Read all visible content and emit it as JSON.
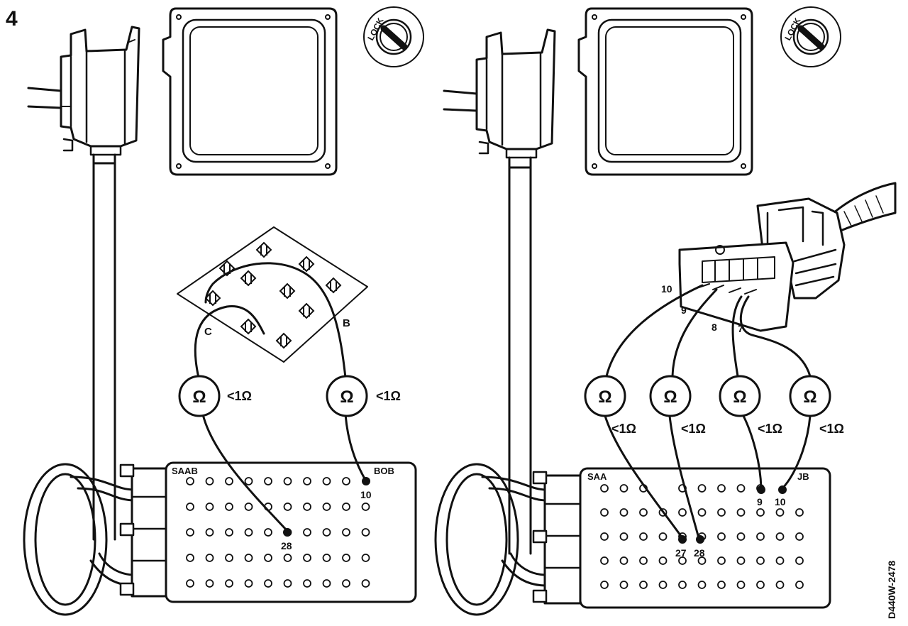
{
  "figure": {
    "step_number": "4",
    "reference_code": "D440W-2478",
    "lock_label": "LOCK",
    "ohm_symbol": "Ω",
    "resistance_label": "<1Ω"
  },
  "left_panel": {
    "box_brand": "SAAB",
    "box_label": "BOB",
    "relay_terminals": [
      "C",
      "B"
    ],
    "pins": [
      "28",
      "10"
    ],
    "meters": [
      {
        "symbol": "Ω",
        "reading": "<1Ω"
      },
      {
        "symbol": "Ω",
        "reading": "<1Ω"
      }
    ]
  },
  "right_panel": {
    "box_brand": "SAA",
    "box_label": "JB",
    "connector_pins": [
      "10",
      "9",
      "8",
      "7"
    ],
    "pins": [
      "27",
      "28",
      "9",
      "10"
    ],
    "meters": [
      {
        "symbol": "Ω",
        "reading": "<1Ω"
      },
      {
        "symbol": "Ω",
        "reading": "<1Ω"
      },
      {
        "symbol": "Ω",
        "reading": "<1Ω"
      },
      {
        "symbol": "Ω",
        "reading": "<1Ω"
      }
    ]
  }
}
